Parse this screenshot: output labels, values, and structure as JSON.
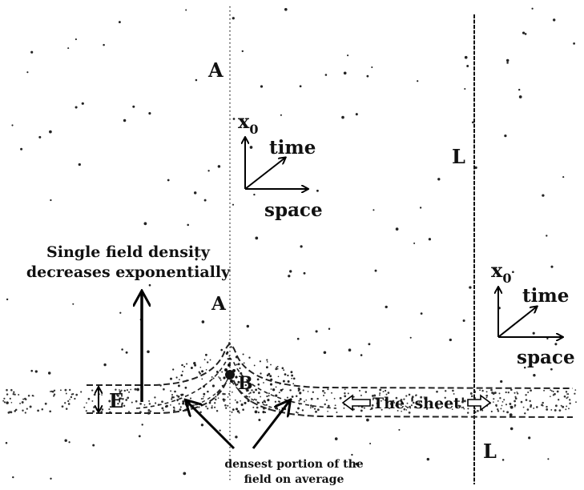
{
  "labels": {
    "a_top": "A",
    "a_mid": "A",
    "b": "B",
    "e": "E",
    "l_top": "L",
    "l_bottom": "L",
    "single_field_1": "Single field density",
    "single_field_2": "decreases exponentially",
    "sheet": "The 'sheet'",
    "densest_1": "densest portion of the",
    "densest_2": "field on average"
  },
  "axes_upper": {
    "vertical": "x",
    "vertical_sub": "0",
    "diagonal": "time",
    "horizontal": "space"
  },
  "axes_right": {
    "vertical": "x",
    "vertical_sub": "0",
    "diagonal": "time",
    "horizontal": "space"
  }
}
